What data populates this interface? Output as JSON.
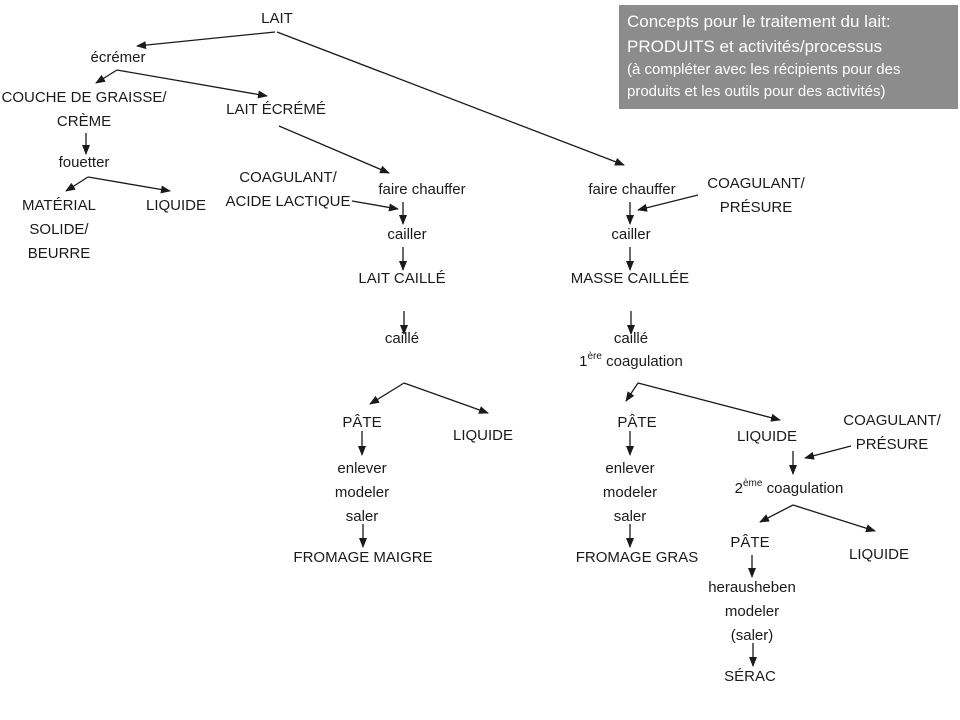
{
  "legend": {
    "title_line1": "Concepts pour le traitement du lait:",
    "title_line2": "PRODUITS et activités/processus",
    "note_line1": "(à compléter avec les récipients pour des",
    "note_line2": "produits et les outils pour des activités)",
    "background_color": "#8c8c8c"
  },
  "nodes": {
    "lait": "LAIT",
    "ecremer": "écrémer",
    "couche_line1": "COUCHE DE GRAISSE/",
    "couche_line2": "CRÈME",
    "lait_ecreme": "LAIT ÉCRÉMÉ",
    "fouetter": "fouetter",
    "materiel_line1": "MATÉRIAL",
    "materiel_line2": "SOLIDE/",
    "materiel_line3": "BEURRE",
    "liquide_creme": "LIQUIDE",
    "coag_acide_line1": "COAGULANT/",
    "coag_acide_line2": "ACIDE LACTIQUE",
    "faire_chauffer_1": "faire chauffer",
    "cailler_1": "cailler",
    "lait_caille": "LAIT CAILLÉ",
    "caille_1": "caillé",
    "pate_1": "PÂTE",
    "liquide_1": "LIQUIDE",
    "steps_1_line1": "enlever",
    "steps_1_line2": "modeler",
    "steps_1_line3": "saler",
    "fromage_maigre": "FROMAGE MAIGRE",
    "faire_chauffer_2": "faire chauffer",
    "coag_presure_1_line1": "COAGULANT/",
    "coag_presure_1_line2": "PRÉSURE",
    "cailler_2": "cailler",
    "masse_caillee": "MASSE CAILLÉE",
    "caille_2": "caillé",
    "coagulation_1_num": "1",
    "coagulation_1_sup": "ère",
    "coagulation_1_text": " coagulation",
    "pate_2": "PÂTE",
    "liquide_2": "LIQUIDE",
    "coag_presure_2_line1": "COAGULANT/",
    "coag_presure_2_line2": "PRÉSURE",
    "steps_2_line1": "enlever",
    "steps_2_line2": "modeler",
    "steps_2_line3": "saler",
    "fromage_gras": "FROMAGE GRAS",
    "coagulation_2_num": "2",
    "coagulation_2_sup": "ème",
    "coagulation_2_text": " coagulation",
    "pate_3": "PÂTE",
    "liquide_3": "LIQUIDE",
    "steps_3_line1": "herausheben",
    "steps_3_line2": "modeler",
    "steps_3_line3": "(saler)",
    "serac": "SÉRAC"
  }
}
